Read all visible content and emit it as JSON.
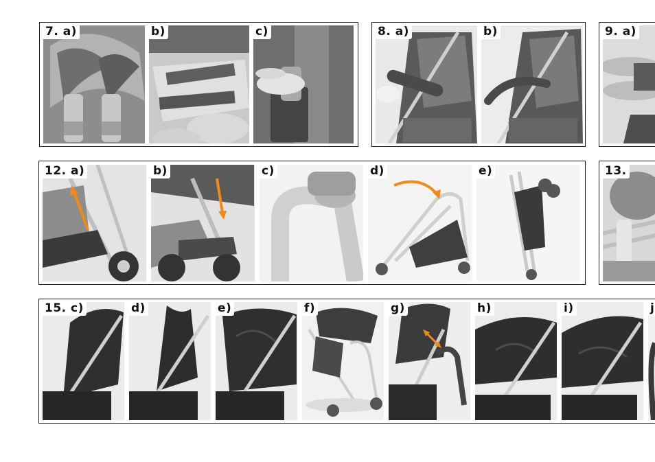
{
  "colors": {
    "accent_arrow": "#f08a1c",
    "frame": "#1a1a1a"
  },
  "rows": {
    "row1": {
      "g7": {
        "a": "7. a)",
        "b": "b)",
        "c": "c)"
      },
      "g8": {
        "a": "8. a)",
        "b": "b)"
      },
      "g9": {
        "a": "9. a)"
      }
    },
    "row2": {
      "g12": {
        "a": "12. a)",
        "b": "b)",
        "c": "c)",
        "d": "d)",
        "e": "e)"
      },
      "g13": {
        "a": "13."
      }
    },
    "row3": {
      "g15": {
        "c": "15. c)",
        "d": "d)",
        "e": "e)",
        "f": "f)",
        "g": "g)",
        "h": "h)",
        "i": "i)",
        "j": "j"
      }
    }
  },
  "icons": [
    "arrow-up-icon",
    "arrow-down-icon",
    "curved-arrow-icon",
    "double-arrow-icon"
  ]
}
